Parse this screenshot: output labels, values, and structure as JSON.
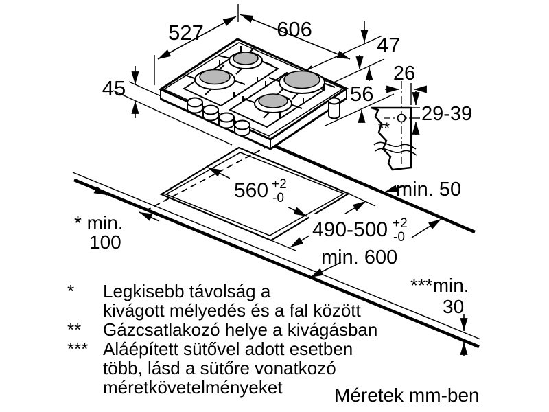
{
  "colors": {
    "line": "#000000",
    "background": "#ffffff",
    "burner_cap": "#b9b9b9"
  },
  "hob": {
    "top_width": "606",
    "top_depth": "527",
    "height_above_worktop": "45",
    "depth_below_47": "47",
    "depth_below_56": "56"
  },
  "cutout": {
    "width": "560",
    "width_tol_plus": "+2",
    "width_tol_minus": "-0",
    "depth": "490-500",
    "depth_tol_plus": "+2",
    "depth_tol_minus": "-0"
  },
  "clearances": {
    "rear_wall": "min. 50",
    "worktop_depth": "min. 600",
    "left_label": "* min.",
    "left_value": "100",
    "front_label": "***min.",
    "front_value": "30"
  },
  "gas_detail": {
    "offset_26": "26",
    "range_29_39": "29-39",
    "marker": "**"
  },
  "footnotes": [
    {
      "marker": "*",
      "lines": [
        "Legkisebb távolság a",
        "kivágott mélyedés és a fal között"
      ]
    },
    {
      "marker": "**",
      "lines": [
        "Gázcsatlakozó helye a kivágásban"
      ]
    },
    {
      "marker": "***",
      "lines": [
        "Aláépített sütővel adott esetben",
        "több, lásd a sütőre vonatkozó",
        "méretkövetelményeket"
      ]
    }
  ],
  "units_note": "Méretek mm-ben"
}
